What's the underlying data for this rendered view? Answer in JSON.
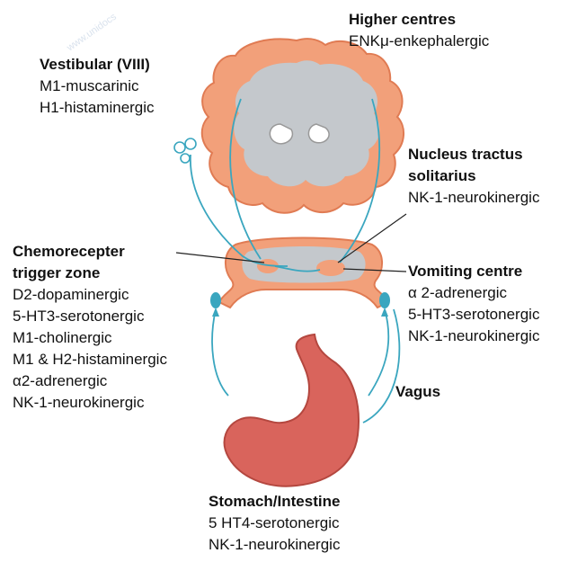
{
  "higher_centres": {
    "heading": "Higher centres",
    "lines": [
      "ENKμ-enkephalergic"
    ]
  },
  "vestibular": {
    "heading": "Vestibular (VIII)",
    "lines": [
      "M1-muscarinic",
      "H1-histaminergic"
    ]
  },
  "nts": {
    "heading_1": "Nucleus tractus",
    "heading_2": "solitarius",
    "lines": [
      "NK-1-neurokinergic"
    ]
  },
  "ctz": {
    "heading_1": "Chemorecepter",
    "heading_2": "trigger zone",
    "lines": [
      "D2-dopaminergic",
      "5-HT3-serotonergic",
      "M1-cholinergic",
      "M1 & H2-histaminergic",
      "α2-adrenergic",
      "NK-1-neurokinergic"
    ]
  },
  "vomiting_centre": {
    "heading": "Vomiting centre",
    "lines": [
      "α 2-adrenergic",
      "5-HT3-serotonergic",
      "NK-1-neurokinergic"
    ]
  },
  "vagus": {
    "heading": "Vagus"
  },
  "stomach": {
    "heading": "Stomach/Intestine",
    "lines": [
      "5 HT4-serotonergic",
      "NK-1-neurokinergic"
    ]
  },
  "watermark": "www.unidocs",
  "colors": {
    "cortex_orange": "#f2a07a",
    "cortex_grey": "#c4c8cc",
    "stomach_red": "#d9645c",
    "nerve_blue": "#3aa6bf"
  }
}
